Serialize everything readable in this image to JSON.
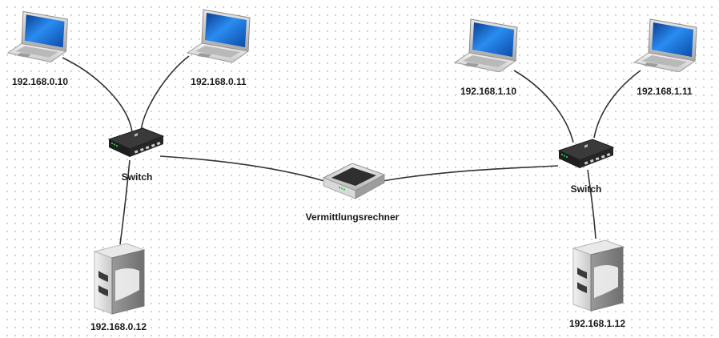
{
  "nodes": {
    "laptop_1": {
      "label": "192.168.0.10"
    },
    "laptop_2": {
      "label": "192.168.0.11"
    },
    "laptop_3": {
      "label": "192.168.1.10"
    },
    "laptop_4": {
      "label": "192.168.1.11"
    },
    "switch_left": {
      "label": "Switch"
    },
    "switch_right": {
      "label": "Switch"
    },
    "router": {
      "label": "Vermittlungsrechner"
    },
    "server_left": {
      "label": "192.168.0.12"
    },
    "server_right": {
      "label": "192.168.1.12"
    }
  },
  "colors": {
    "link": "#333333",
    "laptop_screen": "#1f77d6",
    "device_body": "#2b2b2b",
    "led": "#22cc44"
  }
}
